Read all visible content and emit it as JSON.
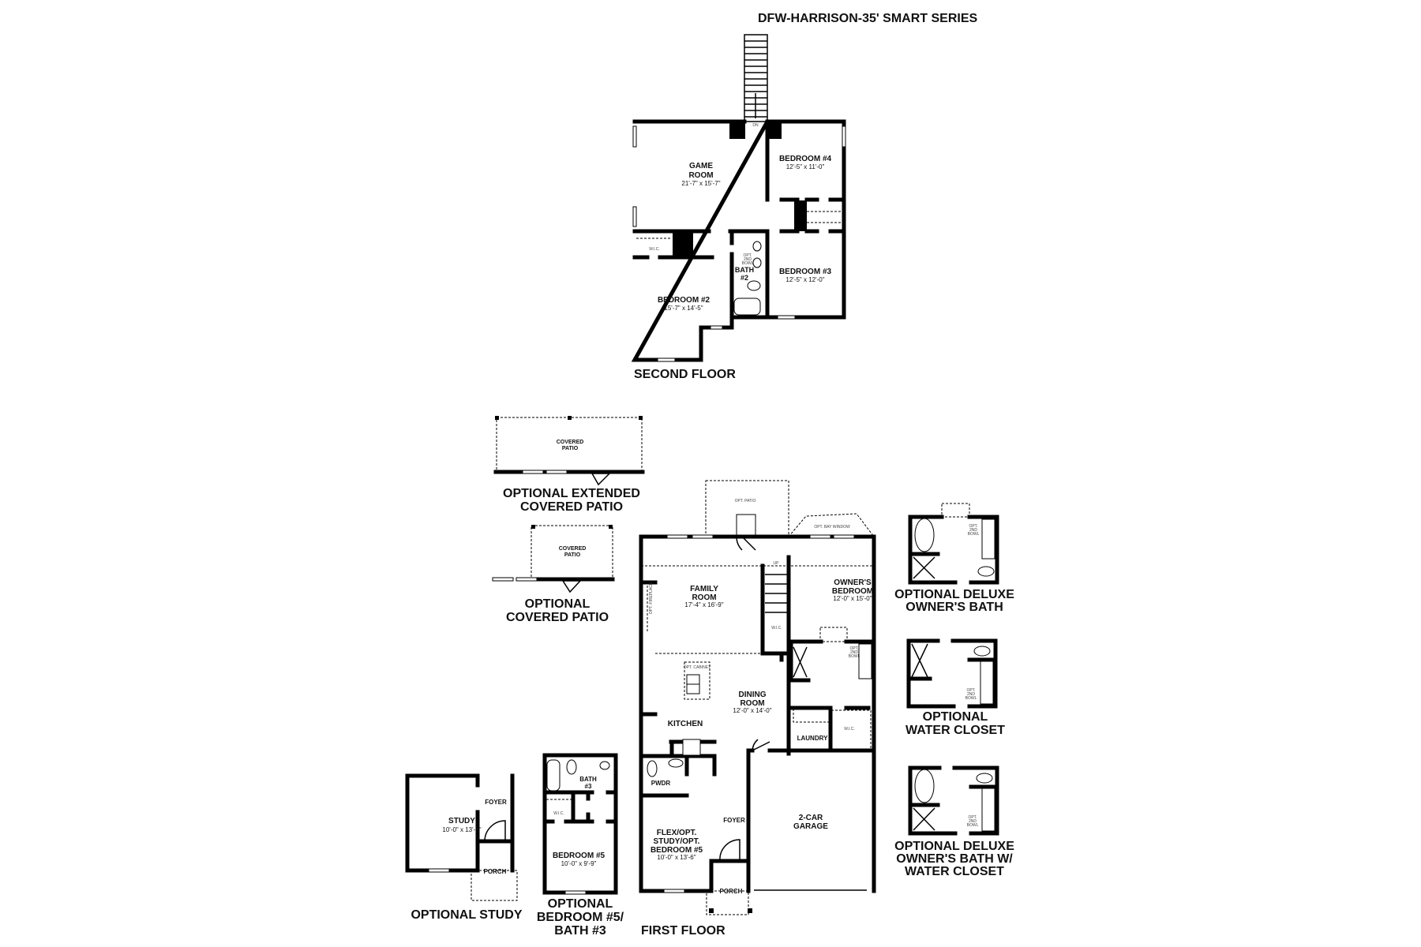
{
  "title": "DFW-HARRISON-35' SMART SERIES",
  "second_floor": {
    "label": "SECOND FLOOR",
    "stair_label": "DN",
    "game_room": {
      "name1": "GAME",
      "name2": "ROOM",
      "dims": "21'-7\" x 15'-7\""
    },
    "bedroom4": {
      "name": "BEDROOM #4",
      "dims": "12'-5\" x 11'-0\""
    },
    "bedroom3": {
      "name": "BEDROOM #3",
      "dims": "12'-5\" x 12'-0\""
    },
    "bedroom2": {
      "name": "BEDROOM #2",
      "dims": "15'-7\" x 14'-5\""
    },
    "bath2": {
      "name1": "BATH",
      "name2": "#2",
      "opt1": "OPT.",
      "opt2": "2ND",
      "opt3": "BOWL"
    },
    "wic": "W.I.C."
  },
  "first_floor": {
    "label": "FIRST FLOOR",
    "opt_patio": "OPT. PATIO",
    "opt_bay_window": "OPT. BAY WINDOW",
    "opt_fireplace": "OPT. FIREPLACE",
    "up": "UP",
    "family_room": {
      "name1": "FAMILY",
      "name2": "ROOM",
      "dims": "17'-4\" x 16'-9\""
    },
    "owners_bedroom": {
      "name1": "OWNER'S",
      "name2": "BEDROOM",
      "dims": "12'-0\" x 15'-0\""
    },
    "owners_bath": {
      "opt1": "OPT.",
      "opt2": "2ND",
      "opt3": "BOWL"
    },
    "wic_stairs": "W.I.C.",
    "wic_owner": "W.I.C.",
    "opt_cabinet": "OPT. CABINET",
    "dining_room": {
      "name1": "DINING",
      "name2": "ROOM",
      "dims": "12'-0\" x 14'-0\""
    },
    "kitchen": "KITCHEN",
    "laundry": "LAUNDRY",
    "pwdr": "PWDR",
    "foyer": "FOYER",
    "flex": {
      "name1": "FLEX/OPT.",
      "name2": "STUDY/OPT.",
      "name3": "BEDROOM #5",
      "dims": "10'-0\" x 13'-6\""
    },
    "porch": "PORCH",
    "garage": {
      "name1": "2-CAR",
      "name2": "GARAGE"
    }
  },
  "options": {
    "extended_patio": {
      "room1": "COVERED",
      "room2": "PATIO",
      "title1": "OPTIONAL EXTENDED",
      "title2": "COVERED PATIO"
    },
    "covered_patio": {
      "room1": "COVERED",
      "room2": "PATIO",
      "title1": "OPTIONAL",
      "title2": "COVERED PATIO"
    },
    "study": {
      "name": "STUDY",
      "dims": "10'-0\" x 13'-6\"",
      "foyer": "FOYER",
      "porch": "PORCH",
      "title": "OPTIONAL STUDY"
    },
    "bedroom5": {
      "bath1": "BATH",
      "bath2": "#3",
      "wic": "W.I.C.",
      "name": "BEDROOM #5",
      "dims": "10'-0\" x 9'-9\"",
      "title1": "OPTIONAL",
      "title2": "BEDROOM #5/",
      "title3": "BATH #3"
    },
    "deluxe_bath": {
      "opt1": "OPT.",
      "opt2": "2ND",
      "opt3": "BOWL",
      "title1": "OPTIONAL DELUXE",
      "title2": "OWNER'S BATH"
    },
    "water_closet": {
      "opt1": "OPT.",
      "opt2": "2ND",
      "opt3": "BOWL",
      "title1": "OPTIONAL",
      "title2": "WATER CLOSET"
    },
    "deluxe_wc": {
      "opt1": "OPT.",
      "opt2": "2ND",
      "opt3": "BOWL",
      "title1": "OPTIONAL DELUXE",
      "title2": "OWNER'S BATH W/",
      "title3": "WATER CLOSET"
    }
  }
}
